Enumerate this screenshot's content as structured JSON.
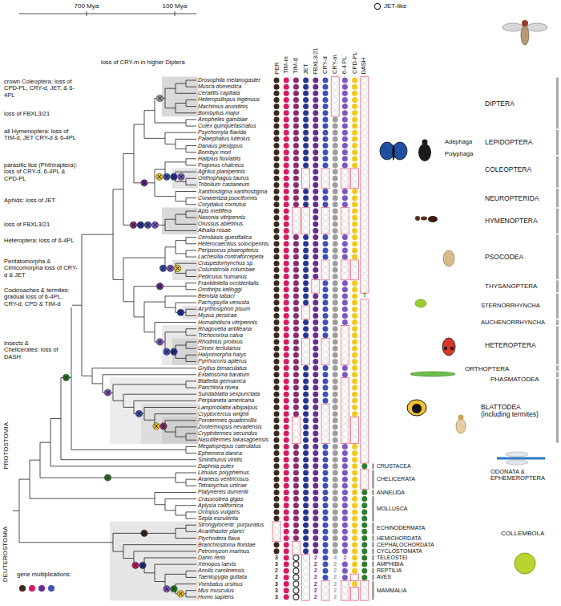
{
  "diagram": {
    "labels": [
      "700 Mya",
      "100 Mya",
      "PER",
      "TIM-m",
      "TIM-d",
      "JET",
      "FBXL3/21",
      "CRY-d",
      "CRY-m",
      "6-4 PL",
      "CPD-PL",
      "DASH",
      "Drosophila melanogaster",
      "Musca domestica",
      "Ceratitis capitata",
      "Heteropsilopus ingenuus",
      "Machimus arundinis",
      "Bombylius major",
      "Anopheles gambiae",
      "Culex quinquefasciatus",
      "Psychomyia flavida",
      "Palaephatus luteolus",
      "Danaus plexippus",
      "Bombyx mori",
      "Haliplus fluviatilis",
      "Pogonus chalceus",
      "Agrilus planipennis",
      "Onthophagus taurus",
      "Tribolium castaneum",
      "Xanthostigma xanthostigma",
      "Conwentzia psociformis",
      "Corydalus cornutus",
      "Apis mellifera",
      "Nasonia vitripennis",
      "Orussus abietinus",
      "Athalia rosae",
      "Cerobasis guestfalica",
      "Heterocaecilius solocipennis",
      "Peripsocus phaeopterus",
      "Lachesilla contraforcepeta",
      "Craspedorhynchus sp.",
      "Columbicola columbae",
      "Pediculus humanus",
      "Frankliniella occidentalis",
      "Orothrips kelloggi",
      "Bemisia tabaci",
      "Pachypsylla venusta",
      "Acyrthosiphon pisum",
      "Myzus persicae",
      "Homalodisca vitripennis",
      "Rhagovelia antilleana",
      "Trichocorixa calva",
      "Rhodnius prolixus",
      "Cimex lectularius",
      "Halyomorpha halys",
      "Pyrrhocoris apterus",
      "Gryllus bimaculatus",
      "Extatosoma tiaratum",
      "Blattella germanica",
      "Panchlora nivea",
      "Sundablatta sexpunctata",
      "Periplaneta americana",
      "Lamproblatta albipalpus",
      "Cryptocercus wrighti",
      "Porotermes quadricollis",
      "Zootermopsis nevadensis",
      "Cryptotermes secundus",
      "Nasutitermes takasagoensis",
      "Megaloprepus caerulatus",
      "Ephemera danica",
      "Sminthurus viridis",
      "Daphnia pulex",
      "Limulus polyphemus",
      "Araneus ventricosus",
      "Tetranychus urticae",
      "Platynereis dumerilii",
      "Crassostrea gigas",
      "Aplysia californica",
      "Octopus vulgaris",
      "Sepia esculenta",
      "Strongylocentr. purpuratus",
      "Acanthaster planci",
      "Ptychodera flava",
      "Branchiostoma floridae",
      "Petromyzon marinus",
      "Danio rerio",
      "Xenopus laevis",
      "Anolis carolinensis",
      "Taeniopygia guttata",
      "Vombatus ursinus",
      "Mus musculus",
      "Homo sapiens",
      "loss of CRY-m in higher Diptera",
      "crown Coleoptera: loss of CPD-PL, CRY-d, JET, & 6-4PL",
      "loss of FBXL3/21",
      "all Hymenoptera: loss of TIM-d, JET CRY-d & 6-4PL",
      "parasitic lice (Phthiraptera): loss of CRY-d, 6-4PL & CPD-PL",
      "Aphids: loss of JET",
      "loss of FBXL3/21",
      "Heteroptera: loss of 6-4PL",
      "Pentatomorpha & Cimicomorpha loss of CRY-d & JET",
      "Cockroaches & termites: gradual loss of 6-4PL, CRY-d, CPD & TIM-d",
      "Insects & Chelicerates: loss of DASH",
      "gene multiplications:",
      "PROTOSTOMIA",
      "DEUTEROSTOMIA",
      "Adephaga",
      "Polyphaga",
      "DIPTERA",
      "LEPIDOPTERA",
      "COLEOPTERA",
      "NEUROPTERIDA",
      "HYMENOPTERA",
      "PSOCODEA",
      "THYSANOPTERA",
      "STERNORRHYNCHA",
      "AUCHENORRHYNCHA",
      "HETEROPTERA",
      "ORTHOPTERA",
      "PHASMATODEA",
      "BLATTODEA (including termites)",
      "ODONATA & EPHEMEROPTERA",
      "COLLEMBOLA",
      "CRUSTACEA",
      "CHELICERATA",
      "ANNELIDA",
      "MOLLUSCA",
      "ECHINODERMATA",
      "HEMICHORDATA",
      "CEPHALOCHORDATA",
      "CYCLOSTOMATA",
      "TELEOSTEI",
      "AMPHIBIA",
      "REPTILIA",
      "AVES",
      "MAMMALIA",
      "?",
      "3",
      "2",
      "4",
      "2",
      "3",
      "2",
      "2",
      "2",
      "2",
      "2",
      "2",
      "2",
      "2",
      "3",
      "2",
      "2",
      "3",
      "2",
      "2",
      "3",
      "2",
      "2"
    ],
    "legend": [
      {
        "text": "JET-like"
      }
    ]
  }
}
